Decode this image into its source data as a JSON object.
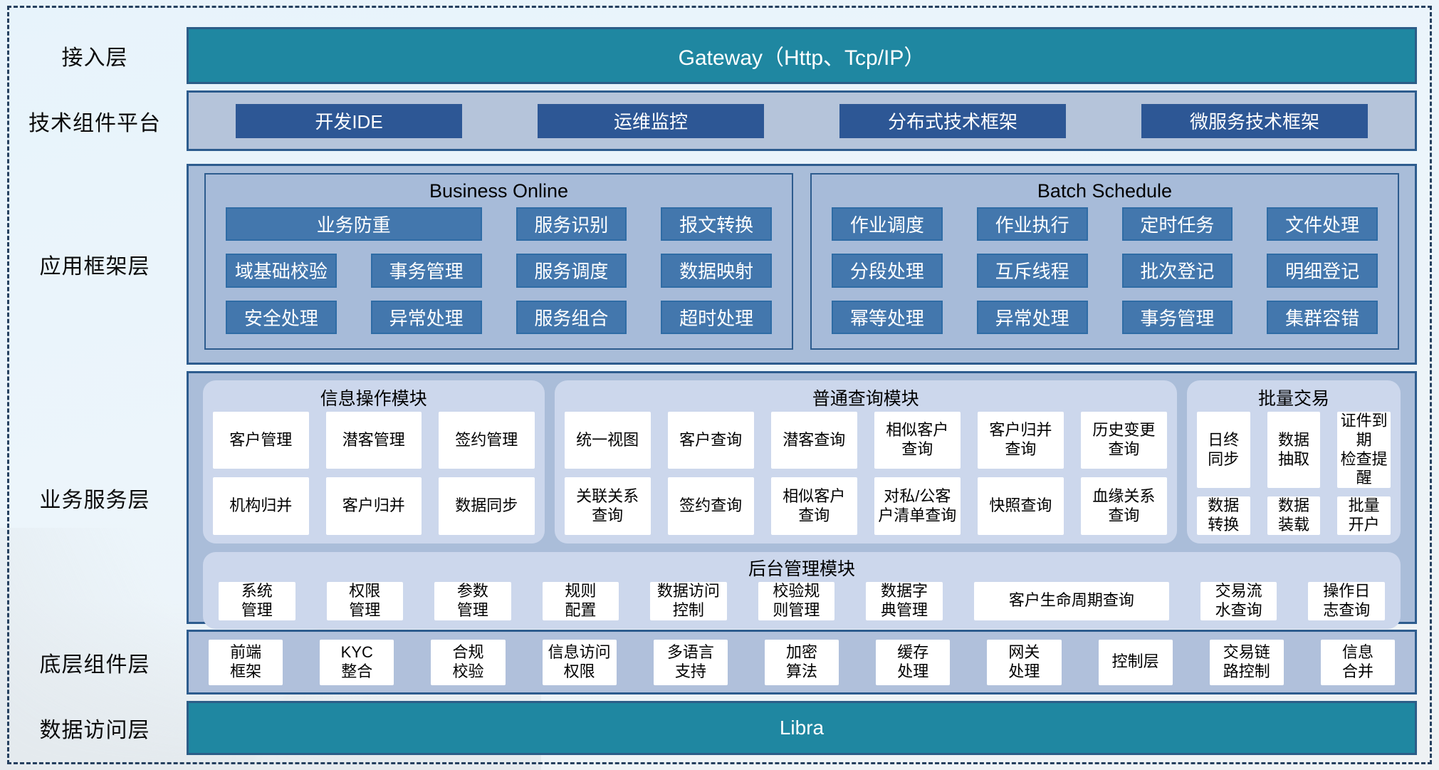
{
  "colors": {
    "teal_bar": "#1f87a1",
    "navy_button": "#2d5795",
    "framework_button": "#4377ad",
    "panel_background": "#a9bdd9",
    "module_background": "#ccd7ec",
    "border_navy": "#2d5c8e",
    "card_background": "#ffffff"
  },
  "layers": {
    "access": {
      "label": "接入层",
      "bar_text": "Gateway（Http、Tcp/IP）"
    },
    "tech": {
      "label": "技术组件平台",
      "items": [
        "开发IDE",
        "运维监控",
        "分布式技术框架",
        "微服务技术框架"
      ]
    },
    "app": {
      "label": "应用框架层",
      "panels": [
        {
          "title": "Business Online",
          "items": [
            "业务防重",
            "服务识别",
            "报文转换",
            "域基础校验",
            "事务管理",
            "服务调度",
            "数据映射",
            "安全处理",
            "异常处理",
            "服务组合",
            "超时处理"
          ]
        },
        {
          "title": "Batch Schedule",
          "items": [
            "作业调度",
            "作业执行",
            "定时任务",
            "文件处理",
            "分段处理",
            "互斥线程",
            "批次登记",
            "明细登记",
            "幂等处理",
            "异常处理",
            "事务管理",
            "集群容错"
          ]
        }
      ]
    },
    "biz": {
      "label": "业务服务层",
      "modules": [
        {
          "title": "信息操作模块",
          "items": [
            "客户管理",
            "潜客管理",
            "签约管理",
            "机构归并",
            "客户归并",
            "数据同步"
          ]
        },
        {
          "title": "普通查询模块",
          "items": [
            "统一视图",
            "客户查询",
            "潜客查询",
            "相似客户\n查询",
            "客户归并\n查询",
            "历史变更\n查询",
            "关联关系\n查询",
            "签约查询",
            "相似客户\n查询",
            "对私/公客\n户清单查询",
            "快照查询",
            "血缘关系\n查询"
          ]
        },
        {
          "title": "批量交易",
          "items": [
            "日终\n同步",
            "数据\n抽取",
            "证件到期\n检查提醒",
            "数据\n转换",
            "数据\n装载",
            "批量\n开户"
          ]
        }
      ],
      "admin": {
        "title": "后台管理模块",
        "items": [
          "系统\n管理",
          "权限\n管理",
          "参数\n管理",
          "规则\n配置",
          "数据访问\n控制",
          "校验规\n则管理",
          "数据字\n典管理",
          "客户生命周期查询",
          "交易流\n水查询",
          "操作日\n志查询"
        ]
      }
    },
    "base": {
      "label": "底层组件层",
      "items": [
        "前端\n框架",
        "KYC\n整合",
        "合规\n校验",
        "信息访问\n权限",
        "多语言\n支持",
        "加密\n算法",
        "缓存\n处理",
        "网关\n处理",
        "控制层",
        "交易链\n路控制",
        "信息\n合并"
      ]
    },
    "data_access": {
      "label": "数据访问层",
      "bar_text": "Libra"
    }
  }
}
